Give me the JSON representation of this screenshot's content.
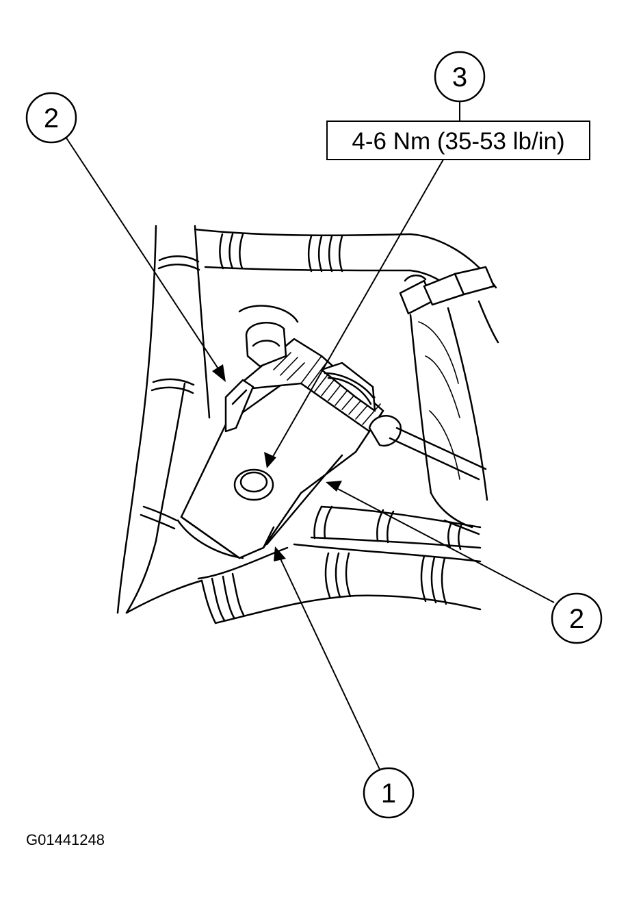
{
  "figure_id": "G01441248",
  "torque_spec": "4-6 Nm (35-53 lb/in)",
  "callouts": {
    "c1": "1",
    "c2_left": "2",
    "c2_right": "2",
    "c3": "3"
  }
}
